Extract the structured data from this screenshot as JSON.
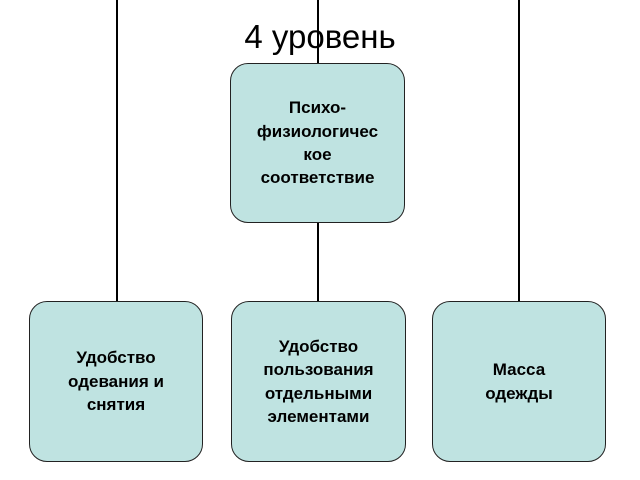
{
  "title": "4 уровень",
  "colors": {
    "node_fill": "#bfe3e1",
    "node_border": "#222222",
    "connector": "#000000"
  },
  "nodes": {
    "top": "Психо-\nфизиологичес\nкое\nсоответствие",
    "left": "Удобство\nодевания и\nснятия",
    "middle": "Удобство\nпользования\nотдельными\nэлементами",
    "right": "Масса\nодежды"
  }
}
